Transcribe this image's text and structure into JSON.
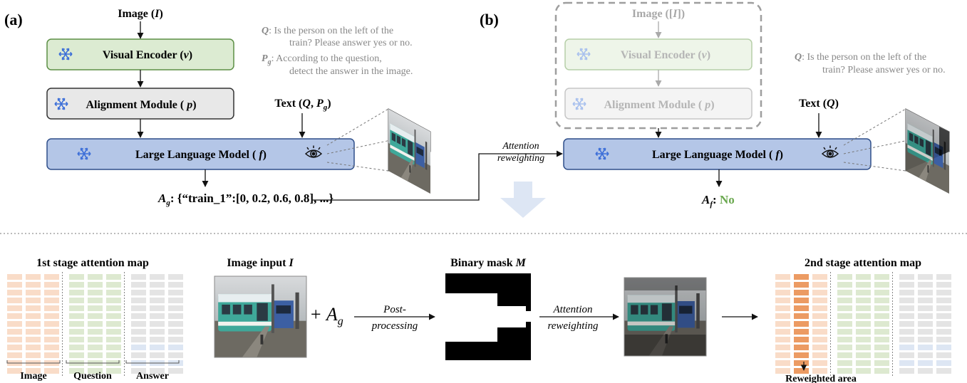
{
  "panel_a": {
    "label": "(a)",
    "image_input": "Image (",
    "image_input_var": "I",
    "image_input_close": ")",
    "visual_encoder": "Visual Encoder (",
    "visual_encoder_var": "v",
    "alignment_module": "Alignment Module ( ",
    "alignment_module_var": "p",
    "llm": "Large Language Model ( ",
    "llm_var": "f",
    "text_input": "Text (",
    "text_q": "Q",
    "text_sep": ", ",
    "text_pg": "P",
    "text_pg_sub": "g",
    "q_label": "Q",
    "q_line1": ": Is the person on the left of the",
    "q_line2": "train? Please answer yes or no.",
    "pg_label": "P",
    "pg_sub": "g",
    "pg_line1": ": According to the question,",
    "pg_line2": "detect the answer in the image.",
    "ag_label": "A",
    "ag_sub": "g",
    "ag_value": ": {“train_1”:[0, 0.2, 0.6, 0.8], ...}"
  },
  "panel_b": {
    "label": "(b)",
    "image_input": "Image ([",
    "image_input_var": "I",
    "image_input_close": "])",
    "visual_encoder": "Visual Encoder (",
    "visual_encoder_var": "v",
    "alignment_module": "Alignment Module ( ",
    "alignment_module_var": "p",
    "llm": "Large Language Model ( ",
    "llm_var": "f",
    "text_input": "Text (",
    "text_q": "Q",
    "q_label": "Q",
    "q_line1": ": Is the person on the left of the",
    "q_line2": "train? Please answer yes or no.",
    "af_label": "A",
    "af_sub": "f",
    "af_sep": ": ",
    "af_value": "No",
    "attention_1": "Attention",
    "attention_2": "reweighting"
  },
  "bottom": {
    "map1_title": "1st stage attention map",
    "map1_group_image": "Image",
    "map1_group_question": "Question",
    "map1_group_answer": "Answer",
    "image_input_title": "Image input ",
    "image_input_var": "I",
    "plus_a": "+ A",
    "plus_a_sub": "g",
    "post_1": "Post-",
    "post_2": "processing",
    "mask_title": "Binary mask ",
    "mask_var": "M",
    "attn_1": "Attention",
    "attn_2": "reweighting",
    "map2_title": "2nd stage attention map",
    "reweighted_area": "Reweighted area"
  },
  "colors": {
    "visual_encoder_fill": "#dcebd2",
    "visual_encoder_stroke": "#5c8f45",
    "alignment_fill": "#e8e8e8",
    "llm_fill": "#b4c6e7",
    "llm_stroke": "#2f4f8a",
    "snowflake": "#3d6fd8",
    "answer_green": "#6aa84f",
    "cell_image": "#f9dcc8",
    "cell_question": "#dde9d0",
    "cell_answer": "#e4e4e4",
    "cell_answer_blue": "#dde6f3",
    "cell_reweighted": "#ec9b63",
    "faded_text": "#a8a8a8",
    "down_arrow": "#dde6f4"
  },
  "icons": [
    "snowflake-icon",
    "eye-icon",
    "down-arrow-icon",
    "arrow-icon"
  ]
}
